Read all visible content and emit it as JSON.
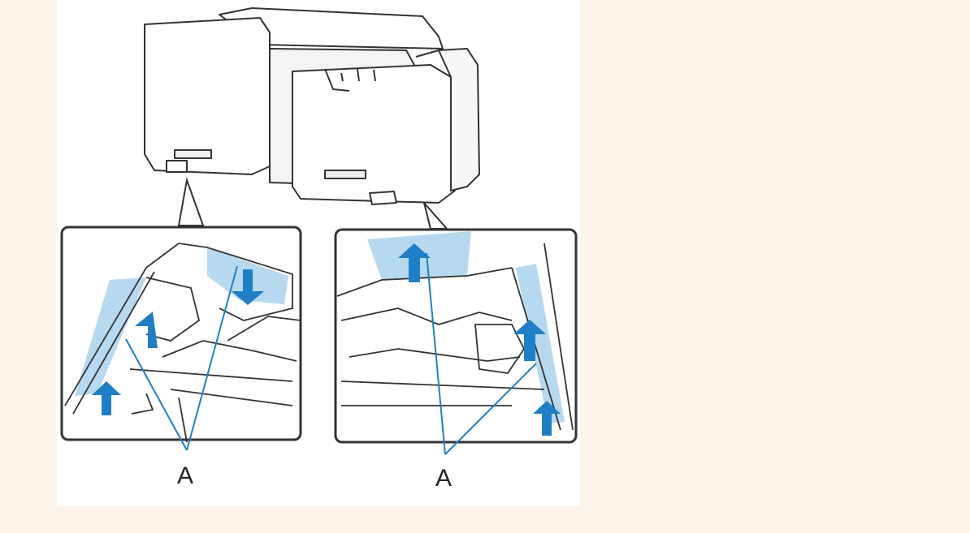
{
  "figure": {
    "callout_left": "A",
    "callout_right": "A"
  },
  "colors": {
    "page_background": "#fdf4ea",
    "figure_background": "#ffffff",
    "highlight_fill": "#b7d9ef",
    "arrow_blue": "#1e7fc6",
    "outline": "#333333"
  },
  "icons": [
    "printer-illustration",
    "up-arrow-icon",
    "callout-line"
  ]
}
